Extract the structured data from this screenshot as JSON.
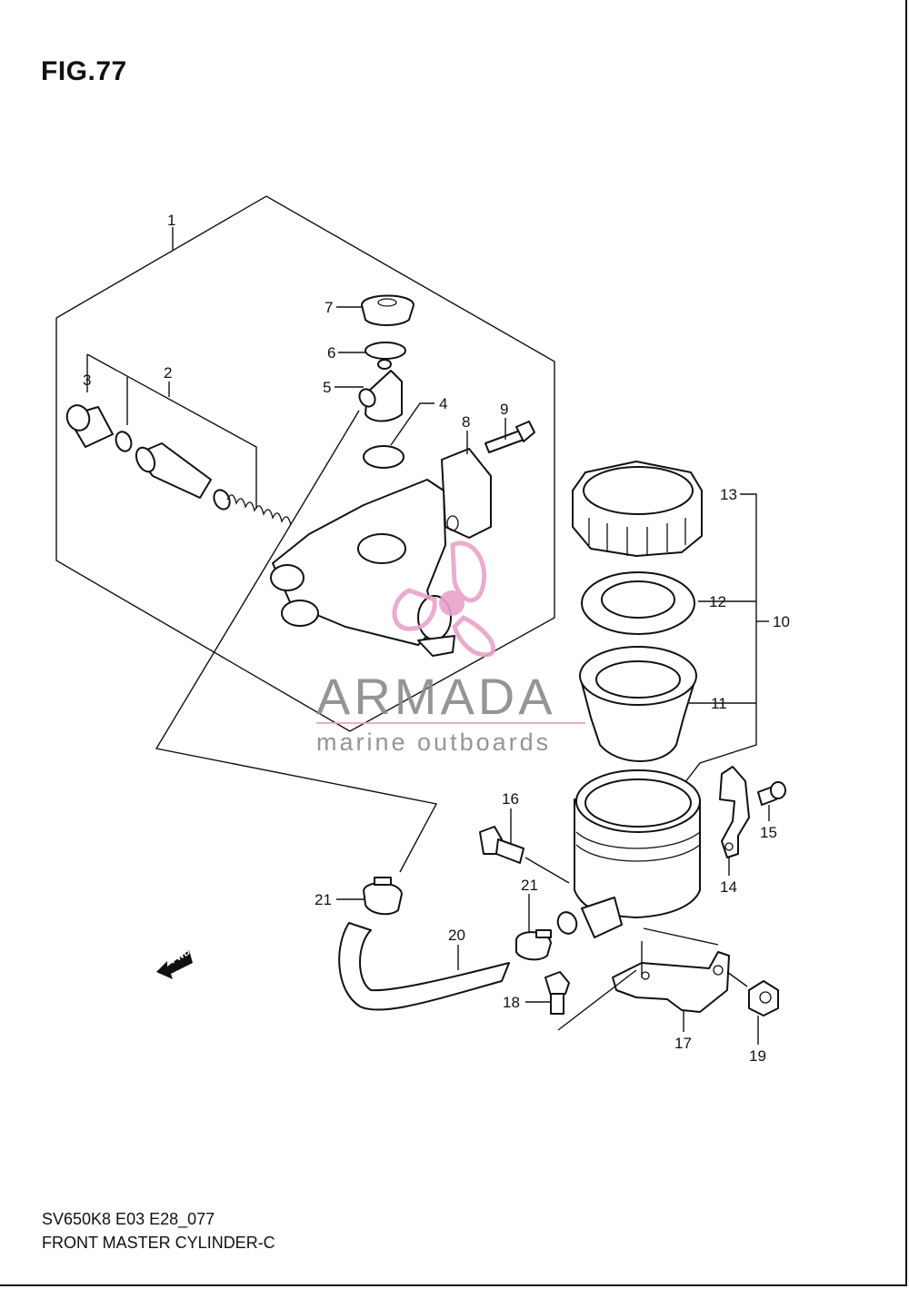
{
  "figure": {
    "title": "FIG.77",
    "code": "SV650K8 E03 E28_077",
    "caption": "FRONT MASTER CYLINDER-C"
  },
  "callouts": [
    "1",
    "2",
    "3",
    "4",
    "5",
    "6",
    "7",
    "8",
    "9",
    "10",
    "11",
    "12",
    "13",
    "14",
    "15",
    "16",
    "17",
    "18",
    "19",
    "20",
    "21",
    "21"
  ],
  "direction_badge": "FWD",
  "watermark": {
    "brand": "ARMADA",
    "tagline": "marine outboards",
    "accent_color": "#e9a3c9",
    "text_color": "#8a8a8a"
  }
}
